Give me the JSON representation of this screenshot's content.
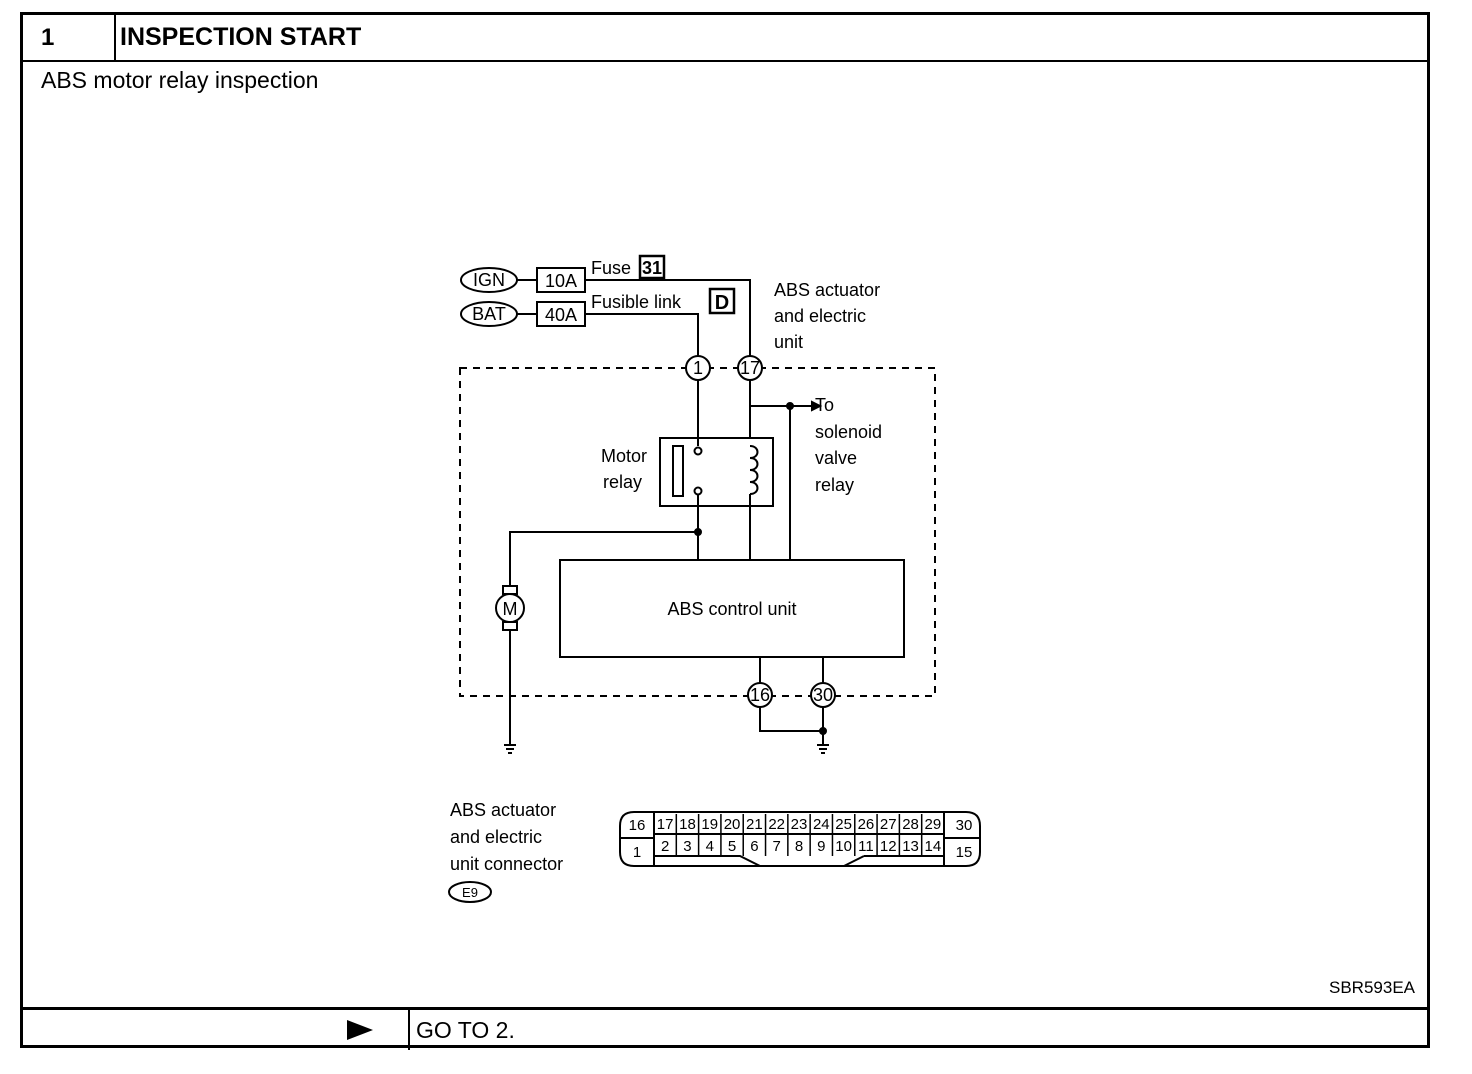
{
  "header": {
    "step_number": "1",
    "title": "INSPECTION START"
  },
  "subtitle": "ABS motor relay inspection",
  "diagram": {
    "ign": "IGN",
    "bat": "BAT",
    "fuse_10a": "10A",
    "fuse_40a": "40A",
    "fuse_label": "Fuse",
    "fuse_number": "31",
    "fusible_link_label": "Fusible link",
    "fusible_link_letter": "D",
    "unit_label_1": "ABS actuator",
    "unit_label_2": "and electric",
    "unit_label_3": "unit",
    "terminal_1": "1",
    "terminal_17": "17",
    "terminal_16": "16",
    "terminal_30": "30",
    "motor_relay_1": "Motor",
    "motor_relay_2": "relay",
    "solenoid_1": "To",
    "solenoid_2": "solenoid",
    "solenoid_3": "valve",
    "solenoid_4": "relay",
    "motor_symbol": "M",
    "control_unit": "ABS control unit",
    "connector_label_1": "ABS actuator",
    "connector_label_2": "and electric",
    "connector_label_3": "unit connector",
    "connector_id": "E9",
    "connector_top_row": [
      "16",
      "17",
      "18",
      "19",
      "20",
      "21",
      "22",
      "23",
      "24",
      "25",
      "26",
      "27",
      "28",
      "29",
      "30"
    ],
    "connector_bottom_row": [
      "1",
      "2",
      "3",
      "4",
      "5",
      "6",
      "7",
      "8",
      "9",
      "10",
      "11",
      "12",
      "13",
      "14",
      "15"
    ]
  },
  "figure_code": "SBR593EA",
  "footer": {
    "action_text": "GO TO 2.",
    "arrow_icon": "play-arrow-icon"
  }
}
